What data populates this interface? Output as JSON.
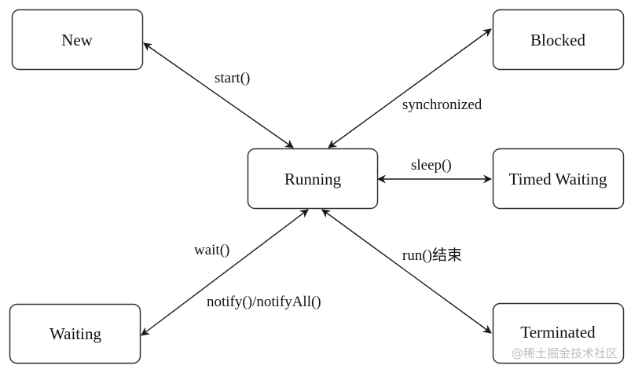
{
  "diagram": {
    "type": "state-diagram",
    "nodes": {
      "new": "New",
      "blocked": "Blocked",
      "running": "Running",
      "timed_waiting": "Timed Waiting",
      "waiting": "Waiting",
      "terminated": "Terminated"
    },
    "edges": [
      {
        "from": "new",
        "to": "running",
        "label": "start()",
        "bidirectional": true
      },
      {
        "from": "running",
        "to": "blocked",
        "label": "synchronized",
        "bidirectional": true
      },
      {
        "from": "running",
        "to": "timed_waiting",
        "label": "sleep()",
        "bidirectional": true
      },
      {
        "from": "running",
        "to": "waiting",
        "label": "wait()",
        "label2": "notify()/notifyAll()",
        "bidirectional": true
      },
      {
        "from": "running",
        "to": "terminated",
        "label": "run()结束",
        "bidirectional": true
      }
    ],
    "colors": {
      "stroke": "#333333",
      "text": "#111111",
      "watermark": "#bdbdbd"
    }
  },
  "watermark": "@稀土掘金技术社区"
}
